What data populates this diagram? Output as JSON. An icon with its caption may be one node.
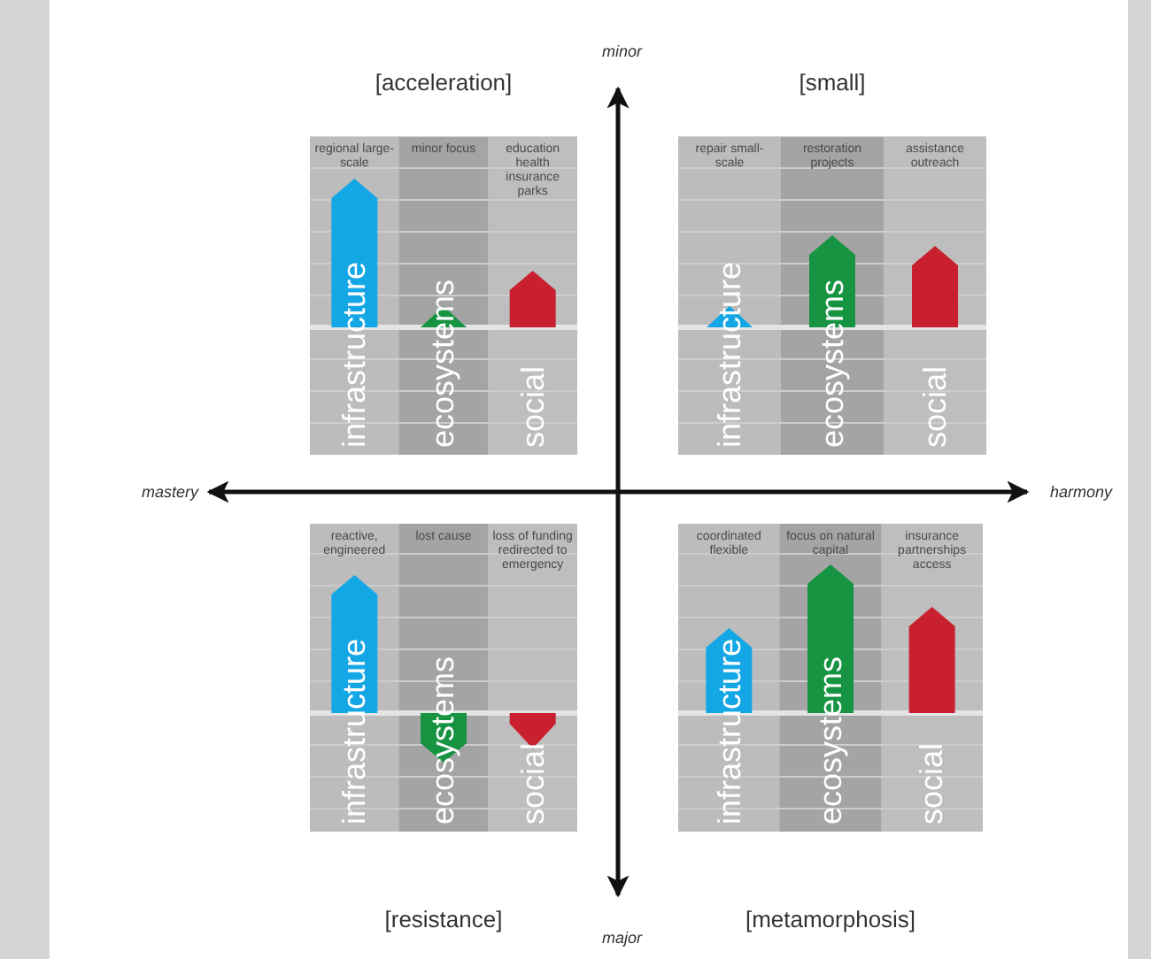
{
  "diagram": {
    "nodes": [
      {
        "text": [
          "[acceleration]"
        ]
      },
      {
        "text": [
          "regional large-scale",
          "infrastructure"
        ],
        "in": 0
      },
      {
        "text": [
          "minor focus",
          "ecosystems"
        ],
        "in": 0
      },
      {
        "text": [
          "education health insurance parks",
          "social"
        ],
        "in": 0
      },
      {
        "text": [
          "[small]"
        ]
      },
      {
        "text": [
          "repair small-scale",
          "infrastructure"
        ],
        "in": 4
      },
      {
        "text": [
          "restoration projects",
          "ecosystems"
        ],
        "in": 4
      },
      {
        "text": [
          "assistance outreach",
          "social"
        ],
        "in": 4
      },
      {
        "text": [
          "[resistance]"
        ]
      },
      {
        "text": [
          "reactive, engineered",
          "infrastructure"
        ],
        "in": 8
      },
      {
        "text": [
          "lost cause",
          "ecosystems"
        ],
        "in": 8
      },
      {
        "text": [
          "loss of funding redirected to emergency",
          "social"
        ],
        "in": 8
      },
      {
        "text": [
          "[metamorphosis]"
        ]
      },
      {
        "text": [
          "coordinated flexible",
          "infrastructure"
        ],
        "in": 12
      },
      {
        "text": [
          "focus on natural capital",
          "ecosystems"
        ],
        "in": 12
      },
      {
        "text": [
          "insurance partnerships access",
          "social"
        ],
        "in": 12
      }
    ],
    "labels": [
      "minor",
      "mastery",
      "harmony",
      "major"
    ]
  }
}
